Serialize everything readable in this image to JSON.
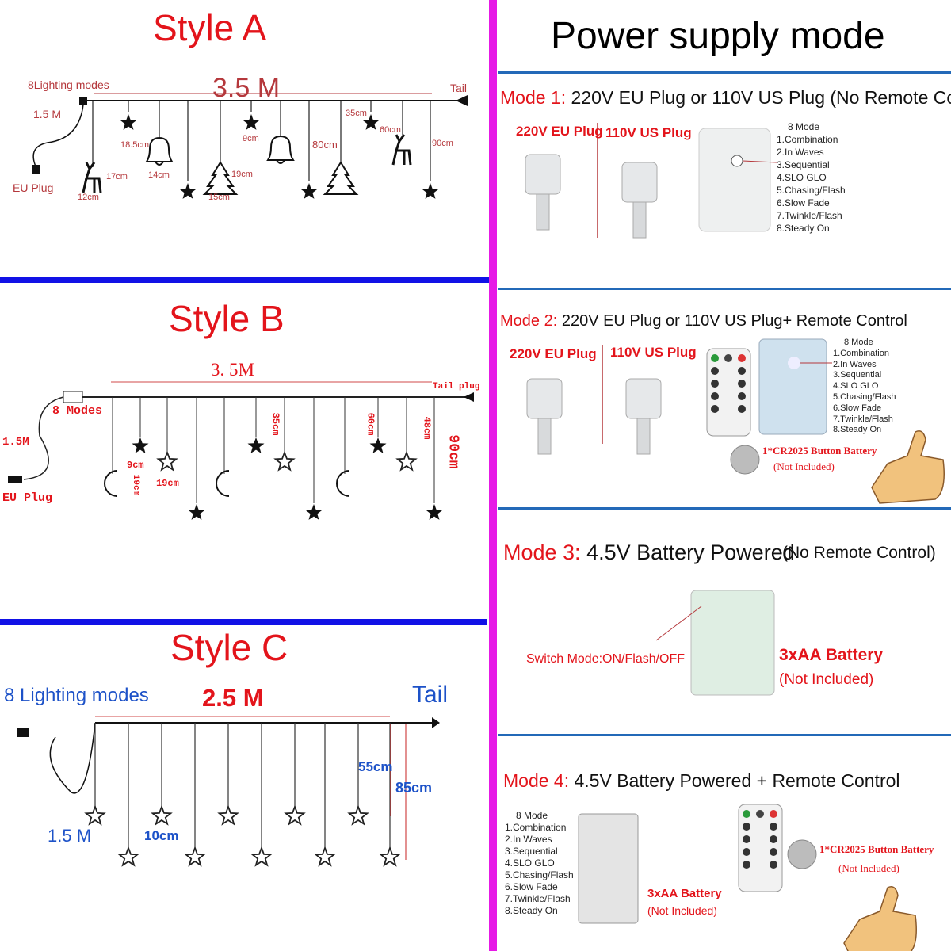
{
  "style_a": {
    "title": "Style A",
    "length": "3.5 M",
    "modes_label": "8Lighting modes",
    "tail": "Tail",
    "cord": "1.5 M",
    "plug": "EU Plug",
    "dims": [
      "18.5cm",
      "14cm",
      "17cm",
      "12cm",
      "19cm",
      "15cm",
      "9cm",
      "80cm",
      "35cm",
      "60cm",
      "90cm"
    ],
    "ornaments": [
      "reindeer",
      "star",
      "bell",
      "star",
      "tree",
      "star",
      "bell",
      "star",
      "tree",
      "star",
      "reindeer",
      "star"
    ]
  },
  "style_b": {
    "title": "Style B",
    "length": "3. 5M",
    "modes_label": "8 Modes",
    "tail": "Tail plug",
    "cord": "1.5M",
    "plug": "EU Plug",
    "dims": [
      "9cm",
      "19cm",
      "19cm",
      "35cm",
      "60cm",
      "48cm",
      "90cm"
    ],
    "ornaments": [
      "moon",
      "star",
      "star-outline",
      "star",
      "moon",
      "star",
      "star-outline",
      "star",
      "moon",
      "star",
      "star-outline",
      "star"
    ]
  },
  "style_c": {
    "title": "Style C",
    "length": "2.5 M",
    "modes_label": "8 Lighting modes",
    "tail": "Tail",
    "cord": "1.5 M",
    "dims": [
      "10cm",
      "55cm",
      "85cm"
    ],
    "ornaments": [
      "star-outline",
      "star-outline",
      "star-outline",
      "star-outline",
      "star-outline",
      "star-outline",
      "star-outline",
      "star-outline",
      "star-outline",
      "star-outline"
    ]
  },
  "power": {
    "title": "Power supply mode",
    "mode_list_title": "8 Mode",
    "mode_list": [
      "1.Combination",
      "2.In Waves",
      "3.Sequential",
      "4.SLO GLO",
      "5.Chasing/Flash",
      "6.Slow Fade",
      "7.Twinkle/Flash",
      "8.Steady On"
    ],
    "mode1": {
      "label": "Mode 1:",
      "text": "220V EU Plug or 110V US Plug (No Remote Control)",
      "eu": "220V EU Plug",
      "us": "110V US Plug"
    },
    "mode2": {
      "label": "Mode 2:",
      "text": "220V EU Plug or 110V US Plug+ Remote Control",
      "eu": "220V EU Plug",
      "us": "110V US Plug",
      "battery": "1*CR2025 Button Battery",
      "not_included": "(Not Included)"
    },
    "mode3": {
      "label": "Mode 3:",
      "text": "4.5V Battery Powered",
      "note": "(No Remote Control)",
      "switch": "Switch Mode:ON/Flash/OFF",
      "battery": "3xAA Battery",
      "not_included": "(Not Included)"
    },
    "mode4": {
      "label": "Mode 4:",
      "text": "4.5V Battery Powered + Remote Control",
      "battery": "3xAA Battery",
      "not_included": "(Not Included)",
      "coin": "1*CR2025 Button Battery",
      "coin_not_included": "(Not Included)"
    }
  },
  "colors": {
    "accent_red": "#e3141b",
    "divider_magenta": "#e619e6",
    "divider_blue": "#1111e6",
    "rule_blue": "#2369b8"
  }
}
